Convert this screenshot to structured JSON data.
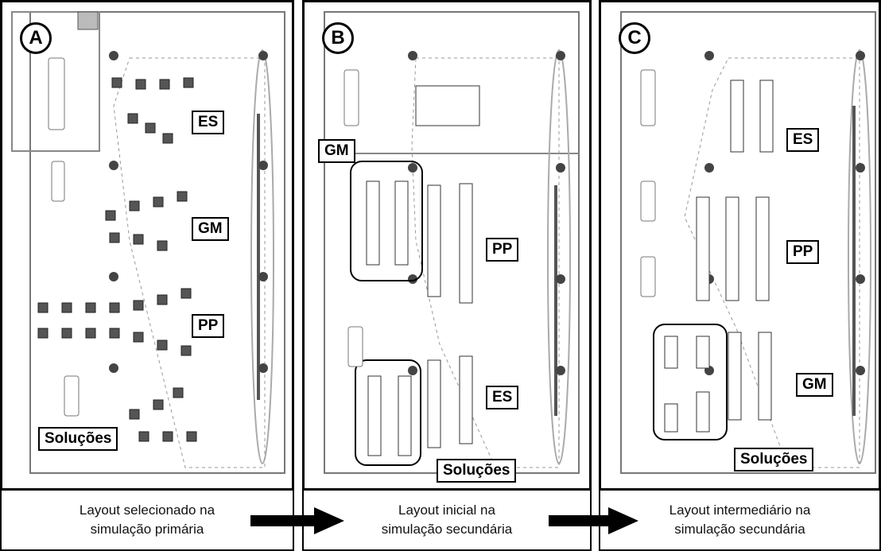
{
  "panels": [
    {
      "letter": "A",
      "labels": {
        "es": "ES",
        "gm": "GM",
        "pp": "PP",
        "sol": "Soluções"
      }
    },
    {
      "letter": "B",
      "labels": {
        "gm": "GM",
        "pp": "PP",
        "es": "ES",
        "sol": "Soluções"
      }
    },
    {
      "letter": "C",
      "labels": {
        "es": "ES",
        "pp": "PP",
        "gm": "GM",
        "sol": "Soluções"
      }
    }
  ],
  "captions": [
    "Layout selecionado na\nsimulação primária",
    "Layout inicial na\nsimulação secundária",
    "Layout intermediário na\nsimulação secundária"
  ]
}
